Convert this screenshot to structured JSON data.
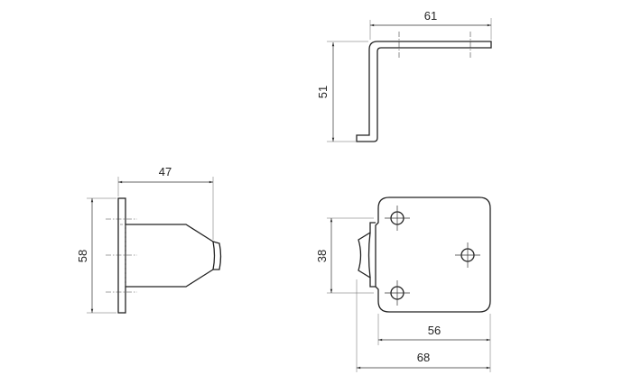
{
  "views": {
    "top": {
      "width_dim": "61",
      "height_dim": "51"
    },
    "side": {
      "depth_dim": "47",
      "height_dim": "58"
    },
    "front": {
      "hole_spacing_dim": "38",
      "plate_width_dim": "56",
      "overall_width_dim": "68"
    }
  },
  "colors": {
    "line": "#222222",
    "background": "#ffffff"
  }
}
